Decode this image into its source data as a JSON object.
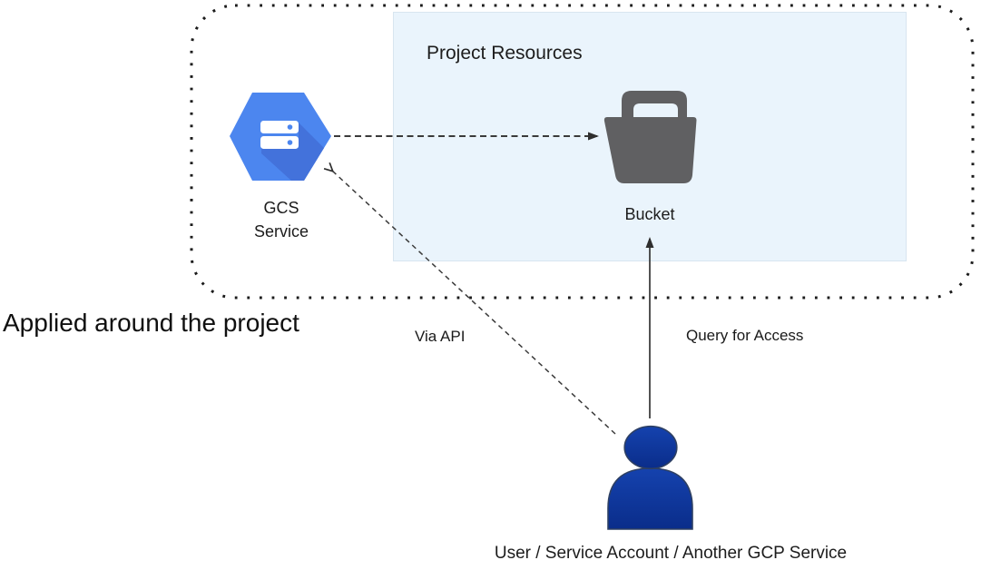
{
  "diagram": {
    "title_outside_boundary": "Applied around the project",
    "boundary": {
      "style": "dotted-rounded-rectangle",
      "border_color": "#1b1b1b"
    },
    "project_box": {
      "title": "Project Resources",
      "fill_color": "#EAF4FC"
    },
    "nodes": {
      "gcs_service": {
        "label_line1": "GCS",
        "label_line2": "Service",
        "icon": "gcs-service-hexagon-icon",
        "icon_color": "#4C86EF",
        "icon_shadow_color": "#4372DB"
      },
      "bucket": {
        "label": "Bucket",
        "icon": "bucket-icon",
        "icon_color": "#606062"
      },
      "actor": {
        "label": "User / Service Account / Another GCP Service",
        "icon": "person-icon",
        "icon_color": "#0D35A0"
      }
    },
    "edges": [
      {
        "name": "gcs-to-bucket",
        "from": "gcs_service",
        "to": "bucket",
        "style": "dashed",
        "label": ""
      },
      {
        "name": "actor-to-gcs",
        "from": "actor",
        "to": "gcs_service",
        "style": "dashed",
        "label": "Via API"
      },
      {
        "name": "actor-to-bucket",
        "from": "actor",
        "to": "bucket",
        "style": "solid",
        "label": "Query for Access"
      }
    ]
  }
}
